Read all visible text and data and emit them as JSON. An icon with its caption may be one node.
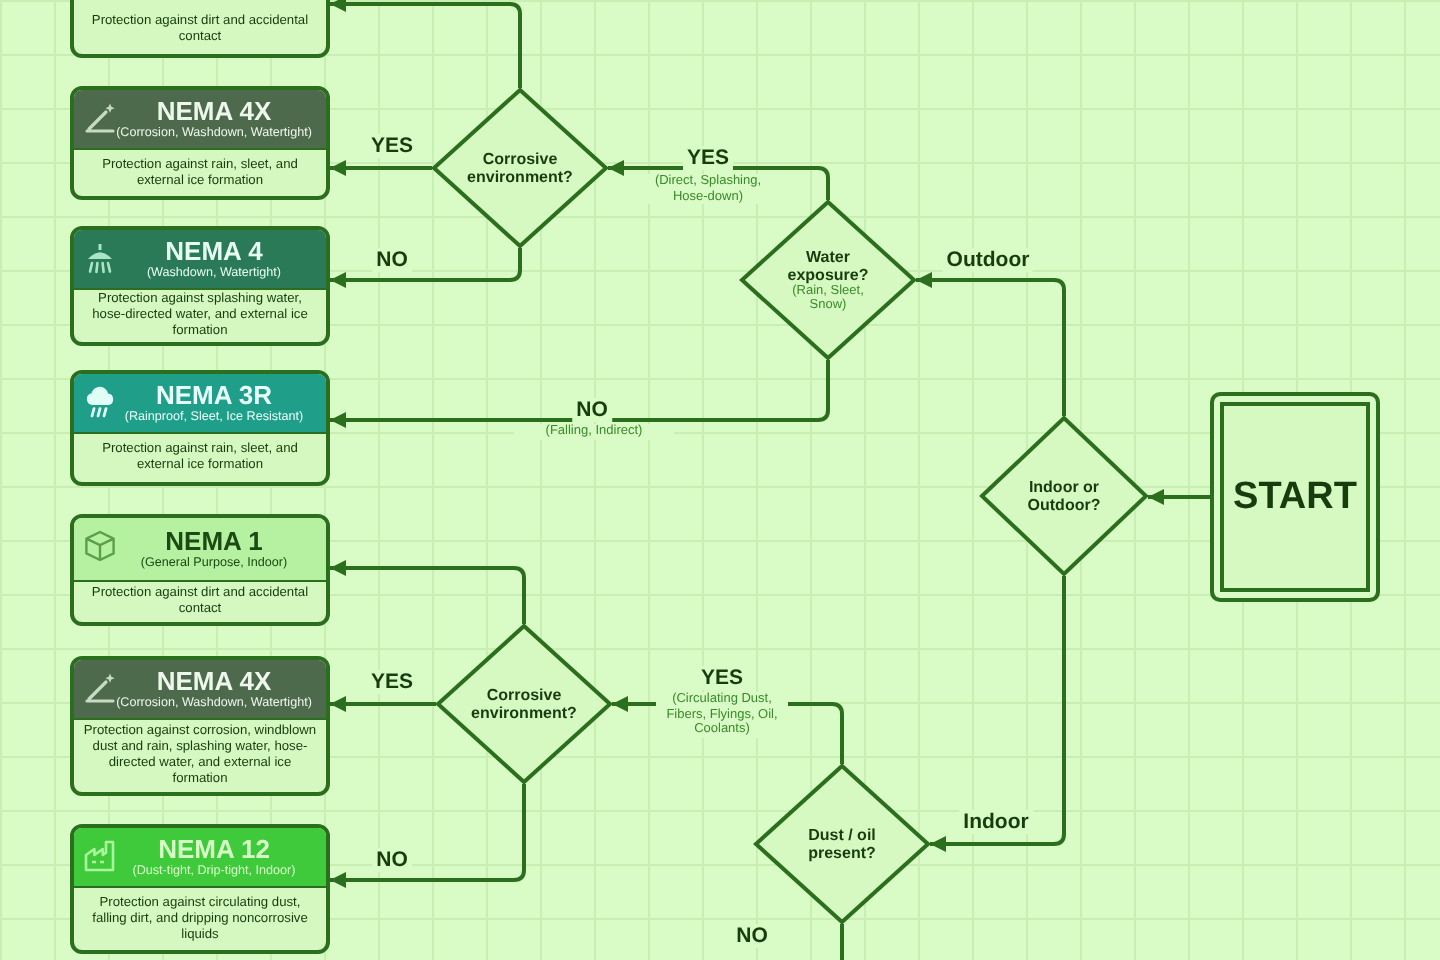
{
  "diagram": {
    "nodes": [
      {
        "text": [
          "START"
        ]
      },
      {
        "text": [
          "Indoor or Outdoor?"
        ]
      },
      {
        "text": [
          "Water exposure?",
          "(Rain, Sleet, Snow)"
        ]
      },
      {
        "text": [
          "Corrosive environment?"
        ]
      },
      {
        "text": [
          "Protection against dirt and accidental contact"
        ]
      },
      {
        "text": [
          "NEMA 4X",
          "(Corrosion, Washdown, Watertight)",
          "Protection against rain, sleet, and external ice formation"
        ]
      },
      {
        "text": [
          "NEMA 4",
          "(Washdown, Watertight)",
          "Protection against splashing water, hose-directed water, and external ice formation"
        ]
      },
      {
        "text": [
          "NEMA 3R",
          "(Rainproof, Sleet, Ice Resistant)",
          "Protection against rain, sleet, and external ice formation"
        ]
      },
      {
        "text": [
          "Dust / oil present?"
        ]
      },
      {
        "text": [
          "Corrosive environment?"
        ]
      },
      {
        "text": [
          "NEMA 1",
          "(General Purpose, Indoor)",
          "Protection against dirt and accidental contact"
        ]
      },
      {
        "text": [
          "NEMA 4X",
          "(Corrosion, Washdown, Watertight)",
          "Protection against corrosion, windblown dust and rain, splashing water, hose-directed water, and external ice formation"
        ]
      },
      {
        "text": [
          "NEMA 12",
          "(Dust-tight, Drip-tight, Indoor)",
          "Protection against circulating dust, falling dirt, and dripping noncorrosive liquids"
        ]
      }
    ],
    "edges": [
      {
        "from": 0,
        "to": 1,
        "arrow": "to"
      },
      {
        "from": 1,
        "to": 2,
        "arrow": "to",
        "label": "Outdoor"
      },
      {
        "from": 1,
        "to": 8,
        "arrow": "to",
        "label": "Indoor"
      },
      {
        "from": 2,
        "to": 3,
        "arrow": "to",
        "label": "YES"
      },
      {
        "from": 2,
        "to": 7,
        "arrow": "to",
        "label": "NO"
      },
      {
        "from": 3,
        "to": 4,
        "arrow": "to"
      },
      {
        "from": 3,
        "to": 5,
        "arrow": "to",
        "label": "YES"
      },
      {
        "from": 3,
        "to": 6,
        "arrow": "to",
        "label": "NO"
      },
      {
        "from": 8,
        "to": 9,
        "arrow": "to",
        "label": "YES"
      },
      {
        "from": 8,
        "to": null,
        "arrow": "none",
        "label": "NO"
      },
      {
        "from": 9,
        "to": 10,
        "arrow": "to"
      },
      {
        "from": 9,
        "to": 11,
        "arrow": "to",
        "label": "YES"
      },
      {
        "from": 9,
        "to": 12,
        "arrow": "to",
        "label": "NO"
      }
    ],
    "labels": [
      "(Direct, Splashing, Hose-down)",
      "(Falling, Indirect)",
      "(Circulating Dust, Fibers, Flyings, Oil, Coolants)"
    ]
  }
}
